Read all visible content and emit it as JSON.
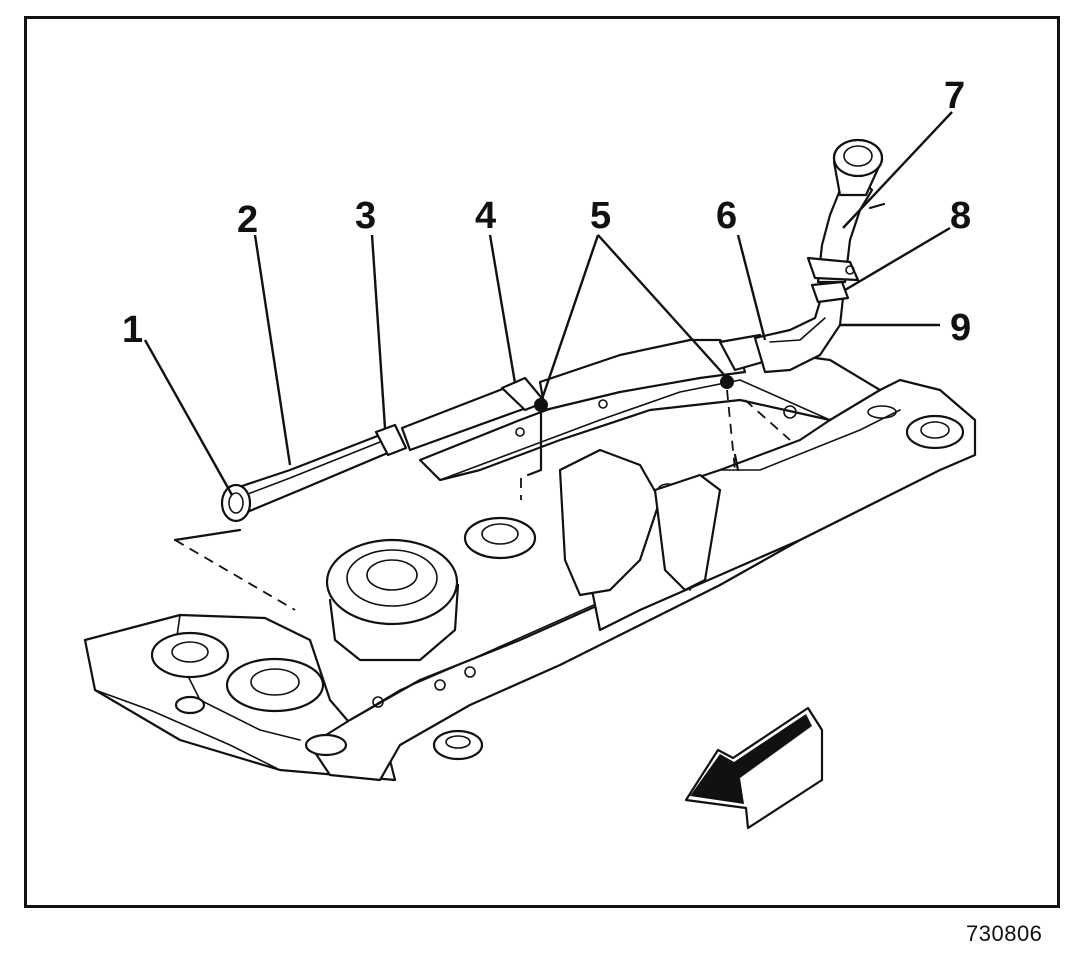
{
  "figure": {
    "id": "730806",
    "callouts": [
      {
        "num": "1"
      },
      {
        "num": "2"
      },
      {
        "num": "3"
      },
      {
        "num": "4"
      },
      {
        "num": "5"
      },
      {
        "num": "6"
      },
      {
        "num": "7"
      },
      {
        "num": "8"
      },
      {
        "num": "9"
      }
    ],
    "direction_arrow": "front-direction-arrow-icon"
  }
}
